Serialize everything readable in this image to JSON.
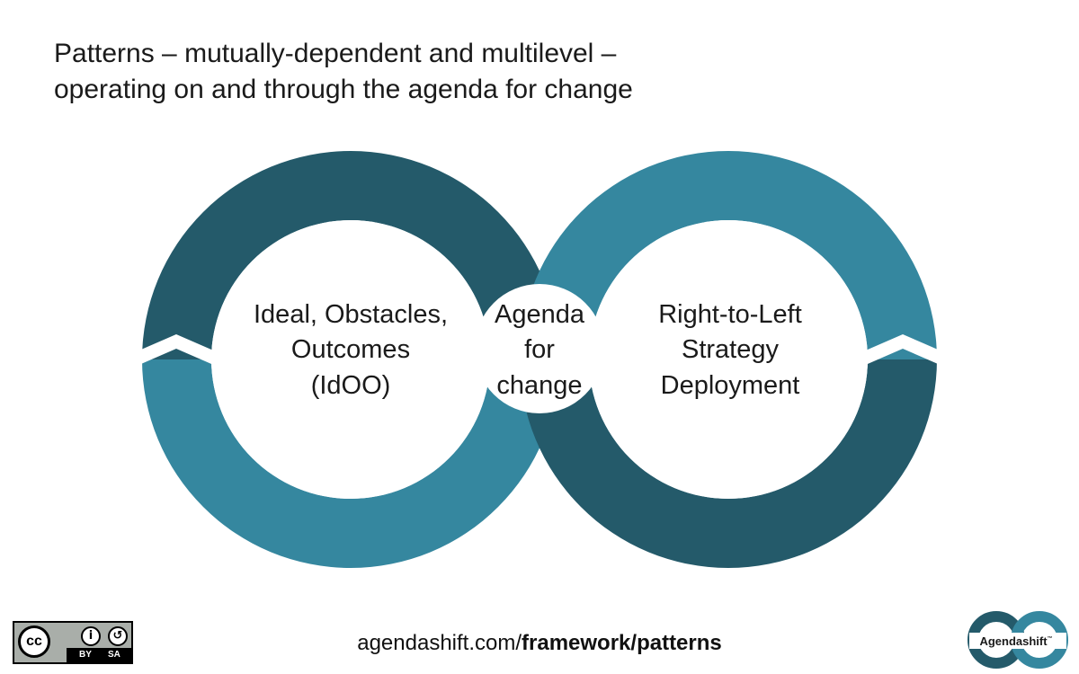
{
  "title": {
    "line1": "Patterns – mutually-dependent and multilevel –",
    "line2": "operating on and through the agenda for change"
  },
  "diagram": {
    "left_loop": {
      "lines": [
        "Ideal, Obstacles,",
        "Outcomes",
        "(IdOO)"
      ]
    },
    "center": {
      "lines": [
        "Agenda",
        "for",
        "change"
      ]
    },
    "right_loop": {
      "lines": [
        "Right-to-Left",
        "Strategy",
        "Deployment"
      ]
    },
    "colors": {
      "dark": "#245a6a",
      "light": "#35879f"
    }
  },
  "footer": {
    "url_prefix": "agendashift.com/",
    "url_bold": "framework/patterns"
  },
  "license": {
    "cc": "cc",
    "by": "BY",
    "sa": "SA",
    "by_icon": "person-icon",
    "sa_icon": "share-alike-icon"
  },
  "logo": {
    "text": "Agendashift",
    "tm": "™"
  }
}
